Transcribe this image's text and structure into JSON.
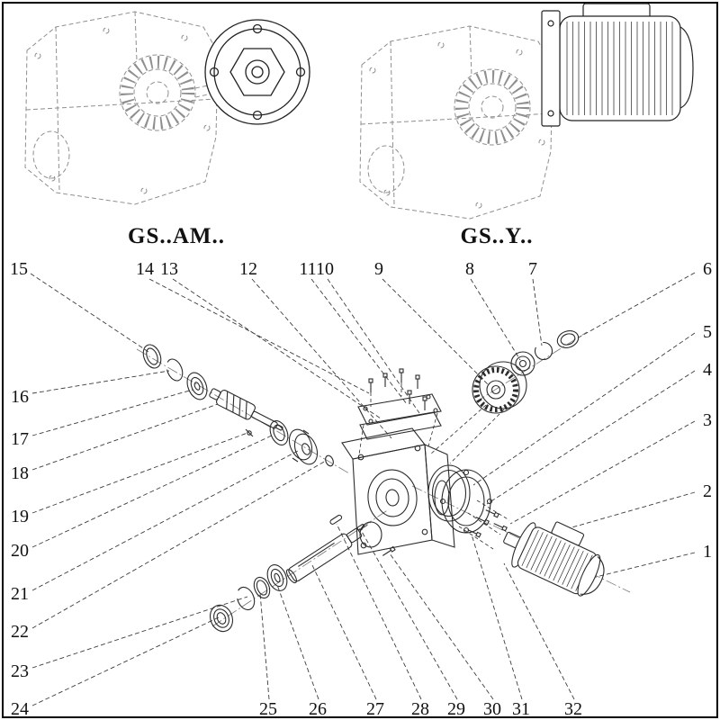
{
  "diagram": {
    "variants": [
      {
        "label": "GS..AM.."
      },
      {
        "label": "GS..Y.."
      }
    ],
    "callouts": [
      "1",
      "2",
      "3",
      "4",
      "5",
      "6",
      "7",
      "8",
      "9",
      "10",
      "11",
      "12",
      "13",
      "14",
      "15",
      "16",
      "17",
      "18",
      "19",
      "20",
      "21",
      "22",
      "23",
      "24",
      "25",
      "26",
      "27",
      "28",
      "29",
      "30",
      "31",
      "32"
    ]
  }
}
